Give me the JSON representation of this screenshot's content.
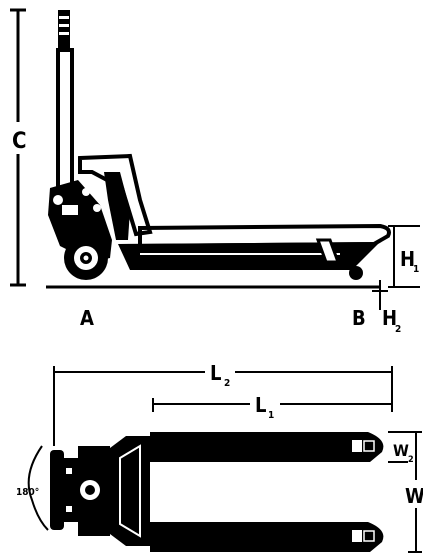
{
  "labels": {
    "c": "C",
    "a": "A",
    "b": "B",
    "h1": "H",
    "h1_sub": "1",
    "h2": "H",
    "h2_sub": "2",
    "l2": "L",
    "l2_sub": "2",
    "l1": "L",
    "l1_sub": "1",
    "w2": "W",
    "w2_sub": "2",
    "w": "W",
    "angle": "180°"
  }
}
